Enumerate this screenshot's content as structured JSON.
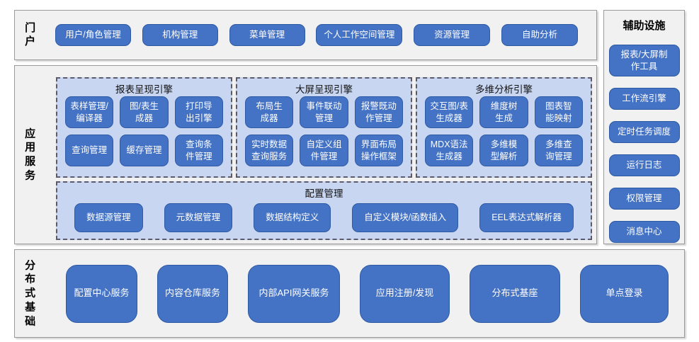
{
  "portal": {
    "label": "门户",
    "buttons": [
      "用户/角色管理",
      "机构管理",
      "菜单管理",
      "个人工作空间管理",
      "资源管理",
      "自助分析"
    ]
  },
  "app_services": {
    "label": "应用服务",
    "engines": [
      {
        "title": "报表呈现引擎",
        "buttons": [
          "表样管理/\n编译器",
          "图/表生\n成器",
          "打印导\n出引擎",
          "查询管理",
          "缓存管理",
          "查询条\n件管理"
        ]
      },
      {
        "title": "大屏呈现引擎",
        "buttons": [
          "布局生\n成器",
          "事件联动\n管理",
          "报警既动\n作管理",
          "实时数据\n查询服务",
          "自定义组\n件管理",
          "界面布局\n操作框架"
        ]
      },
      {
        "title": "多维分析引擎",
        "buttons": [
          "交互图/表\n生成器",
          "维度树\n生成",
          "图表智\n能映射",
          "MDX语法\n生成器",
          "多维模\n型解析",
          "多维查\n询管理"
        ]
      }
    ],
    "config": {
      "title": "配置管理",
      "buttons": [
        "数据源管理",
        "元数据管理",
        "数据结构定义",
        "自定义模块/函数插入",
        "EEL表达式解析器"
      ]
    }
  },
  "auxiliary": {
    "title": "辅助设施",
    "buttons": [
      "报表/大屏制\n作工具",
      "工作流引擎",
      "定时任务调度",
      "运行日志",
      "权限管理",
      "消息中心"
    ]
  },
  "distributed": {
    "label": "分布式基础",
    "buttons": [
      "配置中心服务",
      "内容仓库服务",
      "内部API网关服务",
      "应用注册/发现",
      "分布式基座",
      "单点登录"
    ]
  },
  "colors": {
    "button_fill": "#4472C4",
    "button_border": "#2E5AA4",
    "panel_fill": "#C8D6F2",
    "section_fill": "#F1F1F1"
  }
}
